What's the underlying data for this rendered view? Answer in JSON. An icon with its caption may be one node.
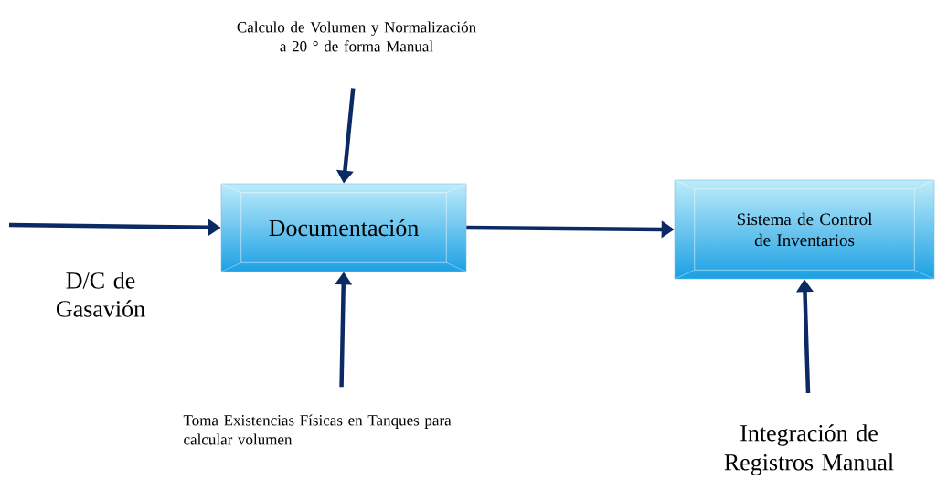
{
  "diagram": {
    "nodes": [
      {
        "text": [
          "Calculo de Volumen y Normalización a 20 ° de forma Manual"
        ]
      },
      {
        "text": [
          "Documentación"
        ]
      },
      {
        "text": [
          "Sistema de Control de Inventarios"
        ]
      },
      {
        "text": [
          "Toma Existencias Físicas en Tanques para calcular volumen"
        ]
      },
      {
        "text": [
          "Integración de Registros Manual"
        ]
      }
    ],
    "edges": [
      {
        "from": null,
        "to": 1,
        "arrow": "to",
        "label": "D/C de Gasavión"
      },
      {
        "from": 1,
        "to": 2,
        "arrow": "to"
      },
      {
        "from": 0,
        "to": 1,
        "arrow": "to"
      },
      {
        "from": 3,
        "to": 1,
        "arrow": "to"
      },
      {
        "from": 4,
        "to": 2,
        "arrow": "to"
      }
    ]
  }
}
